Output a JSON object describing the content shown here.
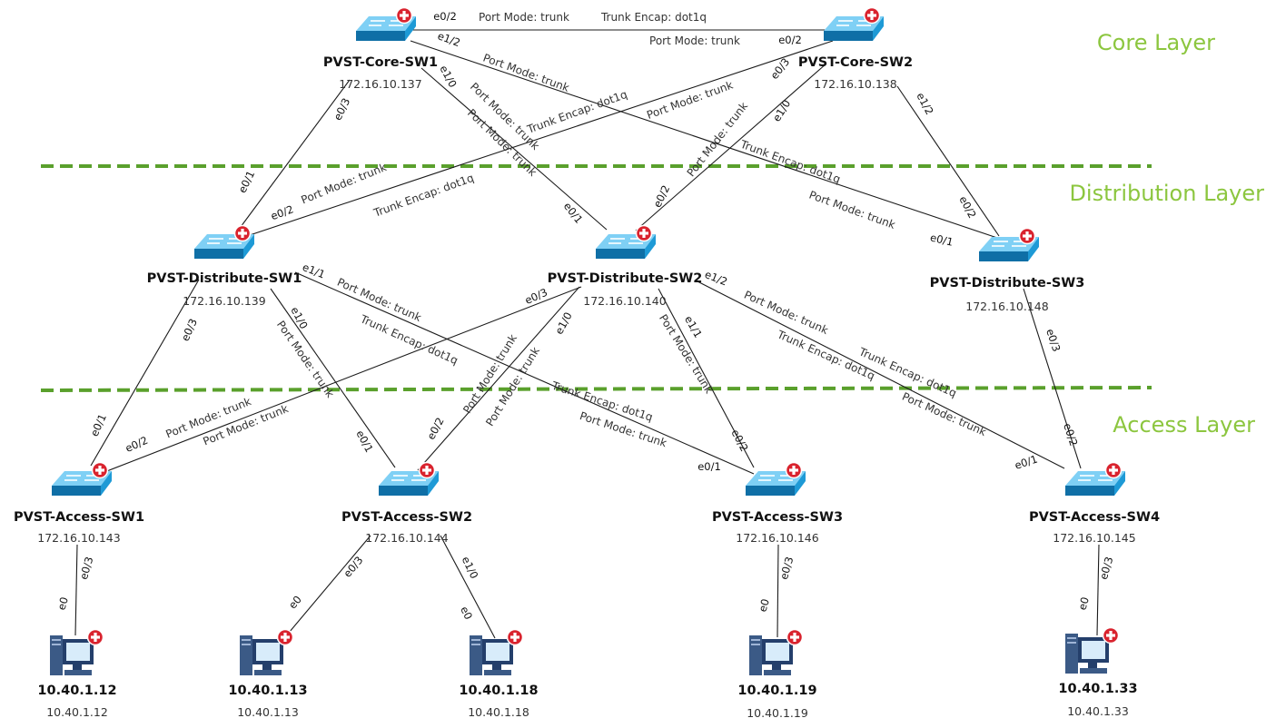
{
  "layers": [
    {
      "key": "core",
      "label": "Core Layer"
    },
    {
      "key": "distribution",
      "label": "Distribution Layer"
    },
    {
      "key": "access",
      "label": "Access Layer"
    }
  ],
  "switches": [
    {
      "key": "core1",
      "name": "PVST-Core-SW1",
      "ip": "172.16.10.137",
      "icon": "network-switch-icon"
    },
    {
      "key": "core2",
      "name": "PVST-Core-SW2",
      "ip": "172.16.10.138",
      "icon": "network-switch-icon"
    },
    {
      "key": "dist1",
      "name": "PVST-Distribute-SW1",
      "ip": "172.16.10.139",
      "icon": "network-switch-icon"
    },
    {
      "key": "dist2",
      "name": "PVST-Distribute-SW2",
      "ip": "172.16.10.140",
      "icon": "network-switch-icon"
    },
    {
      "key": "dist3",
      "name": "PVST-Distribute-SW3",
      "ip": "172.16.10.148",
      "icon": "network-switch-icon"
    },
    {
      "key": "acc1",
      "name": "PVST-Access-SW1",
      "ip": "172.16.10.143",
      "icon": "network-switch-icon"
    },
    {
      "key": "acc2",
      "name": "PVST-Access-SW2",
      "ip": "172.16.10.144",
      "icon": "network-switch-icon"
    },
    {
      "key": "acc3",
      "name": "PVST-Access-SW3",
      "ip": "172.16.10.146",
      "icon": "network-switch-icon"
    },
    {
      "key": "acc4",
      "name": "PVST-Access-SW4",
      "ip": "172.16.10.145",
      "icon": "network-switch-icon"
    }
  ],
  "hosts": [
    {
      "key": "pc1",
      "name": "10.40.1.12",
      "ip": "10.40.1.12",
      "icon": "desktop-pc-icon"
    },
    {
      "key": "pc2",
      "name": "10.40.1.13",
      "ip": "10.40.1.13",
      "icon": "desktop-pc-icon"
    },
    {
      "key": "pc3",
      "name": "10.40.1.18",
      "ip": "10.40.1.18",
      "icon": "desktop-pc-icon"
    },
    {
      "key": "pc4",
      "name": "10.40.1.19",
      "ip": "10.40.1.19",
      "icon": "desktop-pc-icon"
    },
    {
      "key": "pc5",
      "name": "10.40.1.33",
      "ip": "10.40.1.33",
      "icon": "desktop-pc-icon"
    }
  ],
  "links": [
    {
      "from": "core1",
      "to": "core2",
      "from_port": "e0/2",
      "to_port": "e0/2",
      "annotations": [
        "Port Mode: trunk",
        "Trunk Encap: dot1q",
        "Port Mode: trunk"
      ]
    },
    {
      "from": "core1",
      "to": "dist1",
      "from_port": "e0/3",
      "to_port": "e0/1",
      "annotations": []
    },
    {
      "from": "core1",
      "to": "dist2",
      "from_port": "e1/0",
      "to_port": "e0/1",
      "annotations": [
        "Port Mode: trunk",
        "Port Mode: trunk"
      ]
    },
    {
      "from": "core1",
      "to": "dist3",
      "from_port": "e1/2",
      "to_port": "e0/1",
      "annotations": [
        "Port Mode: trunk",
        "Trunk Encap: dot1q",
        "Port Mode: trunk"
      ]
    },
    {
      "from": "core2",
      "to": "dist1",
      "from_port": "e0/3",
      "to_port": "e0/2",
      "annotations": [
        "Port Mode: trunk",
        "Trunk Encap: dot1q",
        "Port Mode: trunk",
        "Trunk Encap: dot1q"
      ]
    },
    {
      "from": "core2",
      "to": "dist2",
      "from_port": "e1/0",
      "to_port": "e0/2",
      "annotations": [
        "Port Mode: trunk"
      ]
    },
    {
      "from": "core2",
      "to": "dist3",
      "from_port": "e1/2",
      "to_port": "e0/2",
      "annotations": []
    },
    {
      "from": "dist1",
      "to": "acc1",
      "from_port": "e0/3",
      "to_port": "e0/1",
      "annotations": []
    },
    {
      "from": "dist1",
      "to": "acc2",
      "from_port": "e1/0",
      "to_port": "e0/1",
      "annotations": [
        "Port Mode: trunk"
      ]
    },
    {
      "from": "dist1",
      "to": "acc3",
      "from_port": "e1/1",
      "to_port": "e0/1",
      "annotations": [
        "Port Mode: trunk",
        "Trunk Encap: dot1q",
        "Trunk Encap: dot1q",
        "Port Mode: trunk"
      ]
    },
    {
      "from": "dist2",
      "to": "acc1",
      "from_port": "e0/3",
      "to_port": "e0/2",
      "annotations": [
        "Port Mode: trunk",
        "Port Mode: trunk"
      ]
    },
    {
      "from": "dist2",
      "to": "acc2",
      "from_port": "e1/0",
      "to_port": "e0/2",
      "annotations": [
        "Port Mode: trunk",
        "Port Mode: trunk"
      ]
    },
    {
      "from": "dist2",
      "to": "acc3",
      "from_port": "e1/1",
      "to_port": "e0/2",
      "annotations": [
        "Port Mode: trunk"
      ]
    },
    {
      "from": "dist2",
      "to": "acc4",
      "from_port": "e1/2",
      "to_port": "e0/1",
      "annotations": [
        "Port Mode: trunk",
        "Trunk Encap: dot1q",
        "Trunk Encap: dot1q",
        "Port Mode: trunk"
      ]
    },
    {
      "from": "dist3",
      "to": "acc4",
      "from_port": "e0/3",
      "to_port": "e0/2",
      "annotations": []
    },
    {
      "from": "acc1",
      "to": "pc1",
      "from_port": "e0/3",
      "to_port": "e0",
      "annotations": []
    },
    {
      "from": "acc2",
      "to": "pc2",
      "from_port": "e0/3",
      "to_port": "e0",
      "annotations": []
    },
    {
      "from": "acc2",
      "to": "pc3",
      "from_port": "e1/0",
      "to_port": "e0",
      "annotations": []
    },
    {
      "from": "acc3",
      "to": "pc4",
      "from_port": "e0/3",
      "to_port": "e0",
      "annotations": []
    },
    {
      "from": "acc4",
      "to": "pc5",
      "from_port": "e0/3",
      "to_port": "e0",
      "annotations": []
    }
  ],
  "colors": {
    "layer_label": "#8cc63f",
    "tier_divider": "#5aa02c",
    "status_badge": "#d9232e",
    "switch_body": "#1e9ad6"
  }
}
